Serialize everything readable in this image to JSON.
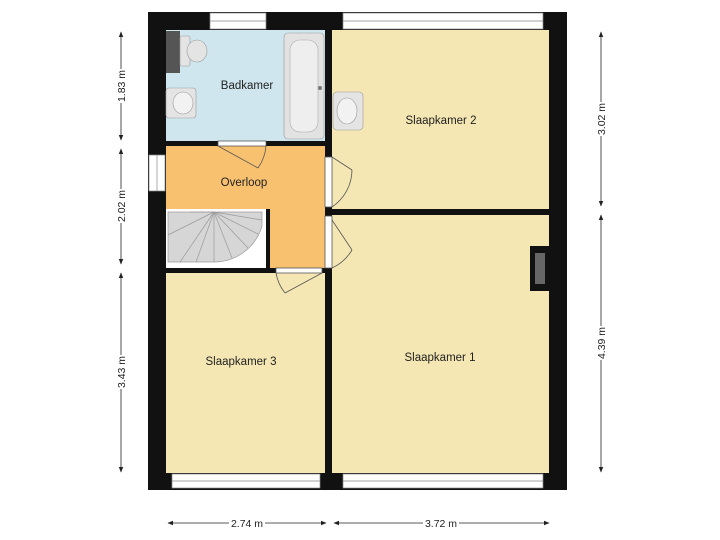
{
  "rooms": {
    "badkamer": "Badkamer",
    "overloop": "Overloop",
    "slaapkamer2": "Slaapkamer 2",
    "slaapkamer1": "Slaapkamer 1",
    "slaapkamer3": "Slaapkamer 3"
  },
  "dimensions": {
    "left_top": "1.83 m",
    "left_middle": "2.02 m",
    "left_bottom": "3.43 m",
    "right_top": "3.02 m",
    "right_bottom": "4.39 m",
    "bottom_left": "2.74 m",
    "bottom_right": "3.72 m"
  },
  "colors": {
    "bedroom": "#f5e7b3",
    "bathroom": "#cfe6ee",
    "landing": "#f8c170",
    "wall": "#111111",
    "stairs": "#d6d6d6"
  }
}
